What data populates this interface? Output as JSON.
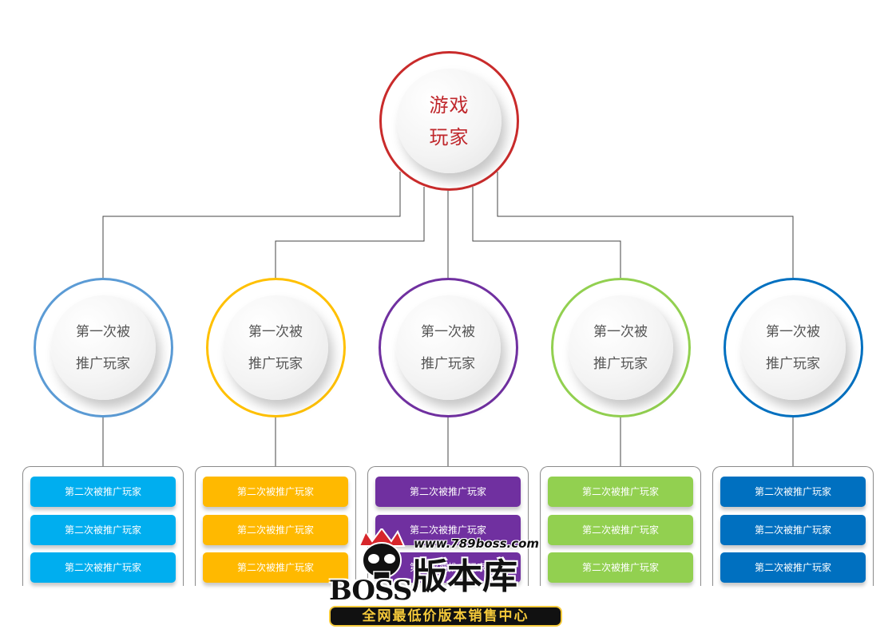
{
  "root": {
    "lines": [
      "游戏",
      "玩家"
    ],
    "color": "#c92b2b",
    "text_color": "#c0282d"
  },
  "children": [
    {
      "lines": [
        "第一次被",
        "推广玩家"
      ],
      "ring_color": "#5b9bd5",
      "item_color": "#00aeef",
      "items": [
        "第二次被推广玩家",
        "第二次被推广玩家",
        "第二次被推广玩家"
      ]
    },
    {
      "lines": [
        "第一次被",
        "推广玩家"
      ],
      "ring_color": "#ffc000",
      "item_color": "#ffb900",
      "items": [
        "第二次被推广玩家",
        "第二次被推广玩家",
        "第二次被推广玩家"
      ]
    },
    {
      "lines": [
        "第一次被",
        "推广玩家"
      ],
      "ring_color": "#7030a0",
      "item_color": "#7030a0",
      "items": [
        "第二次被推广玩家",
        "第二次被推广玩家",
        "第二次被推广玩家"
      ]
    },
    {
      "lines": [
        "第一次被",
        "推广玩家"
      ],
      "ring_color": "#92d050",
      "item_color": "#92d050",
      "items": [
        "第二次被推广玩家",
        "第二次被推广玩家",
        "第二次被推广玩家"
      ]
    },
    {
      "lines": [
        "第一次被",
        "推广玩家"
      ],
      "ring_color": "#0070c0",
      "item_color": "#0070c0",
      "items": [
        "第二次被推广玩家",
        "第二次被推广玩家",
        "第二次被推广玩家"
      ]
    }
  ],
  "connector_color": "#444444",
  "watermark": {
    "url": "www.789boss.com",
    "logo_text": "BOSS",
    "brand": "版本库",
    "slogan": "全网最低价版本销售中心"
  }
}
